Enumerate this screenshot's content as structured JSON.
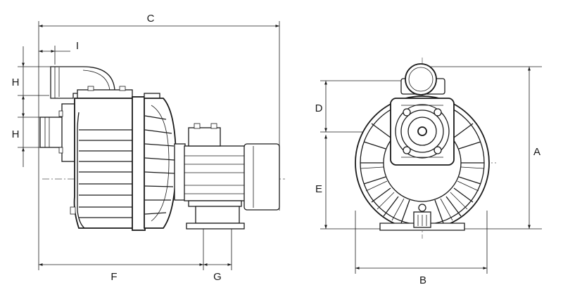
{
  "dimensions": {
    "A": "A",
    "B": "B",
    "C": "C",
    "D": "D",
    "E": "E",
    "F": "F",
    "G": "G",
    "H_upper": "H",
    "H_lower": "H",
    "I": "I"
  }
}
